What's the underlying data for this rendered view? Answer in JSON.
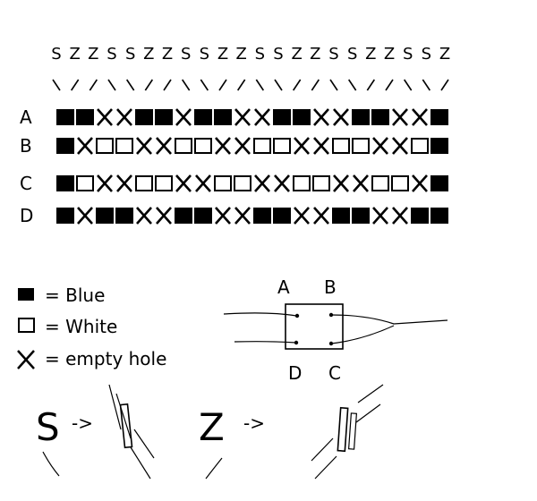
{
  "twist_sequence": [
    "S",
    "Z",
    "Z",
    "S",
    "S",
    "Z",
    "Z",
    "S",
    "S",
    "Z",
    "Z",
    "S",
    "S",
    "Z",
    "Z",
    "S",
    "S",
    "Z",
    "Z",
    "S",
    "S",
    "Z"
  ],
  "rows": [
    {
      "label": "A",
      "cells": [
        "B",
        "B",
        "X",
        "X",
        "B",
        "B",
        "X",
        "B",
        "B",
        "X",
        "X",
        "B",
        "B",
        "X",
        "X",
        "B",
        "B",
        "X",
        "X",
        "B"
      ]
    },
    {
      "label": "B",
      "cells": [
        "B",
        "X",
        "W",
        "W",
        "X",
        "X",
        "W",
        "W",
        "X",
        "X",
        "W",
        "W",
        "X",
        "X",
        "W",
        "W",
        "X",
        "X",
        "W",
        "B"
      ]
    },
    {
      "label": "C",
      "cells": [
        "B",
        "W",
        "X",
        "X",
        "W",
        "W",
        "X",
        "X",
        "W",
        "W",
        "X",
        "X",
        "W",
        "W",
        "X",
        "X",
        "W",
        "W",
        "X",
        "B"
      ]
    },
    {
      "label": "D",
      "cells": [
        "B",
        "X",
        "B",
        "B",
        "X",
        "X",
        "B",
        "B",
        "X",
        "X",
        "B",
        "B",
        "X",
        "X",
        "B",
        "B",
        "X",
        "X",
        "B",
        "B"
      ]
    }
  ],
  "legend": [
    {
      "symbol": "blue-square",
      "text": "= Blue"
    },
    {
      "symbol": "white-square",
      "text": "= White"
    },
    {
      "symbol": "x-mark",
      "text": "= empty hole"
    }
  ],
  "card": {
    "corner_labels": [
      "A",
      "B",
      "D",
      "C"
    ]
  },
  "threading": [
    {
      "direction": "S",
      "arrow": "->"
    },
    {
      "direction": "Z",
      "arrow": "->"
    }
  ],
  "colors": {
    "ink": "#000000",
    "paper": "#ffffff"
  }
}
